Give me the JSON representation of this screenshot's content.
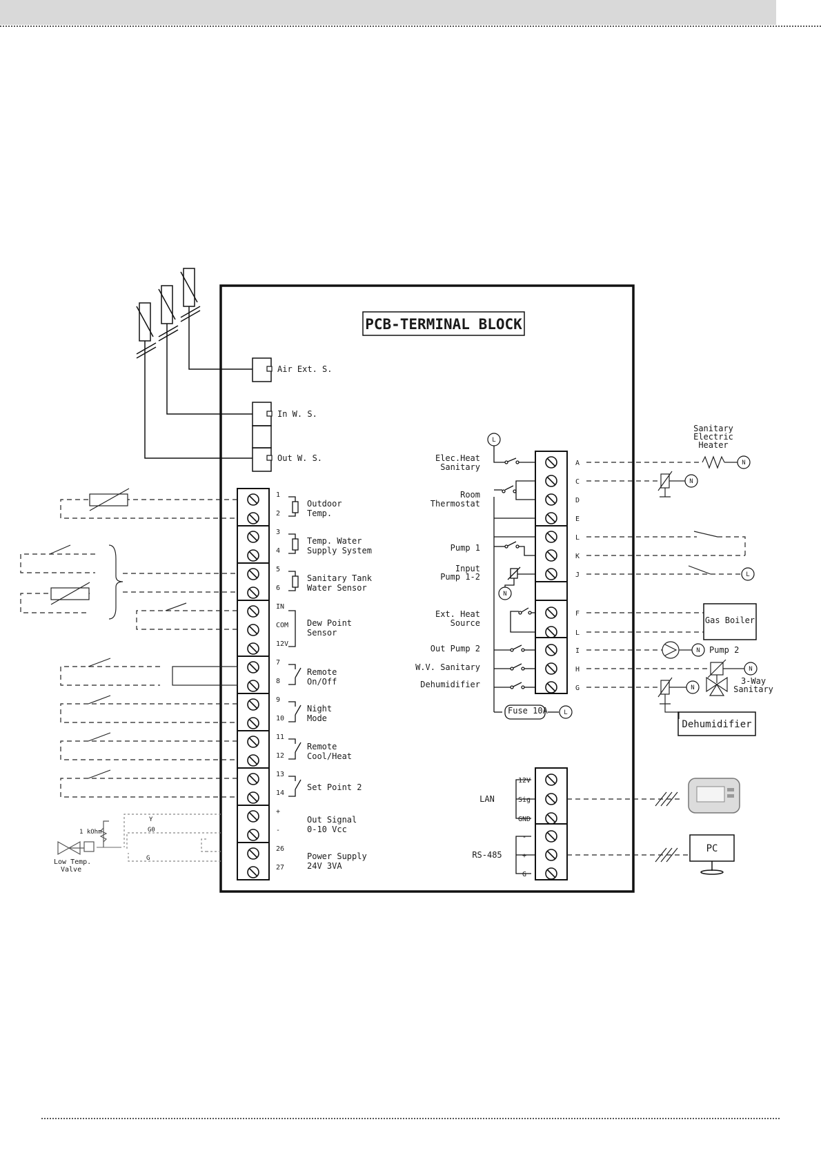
{
  "title": "PCB-TERMINAL BLOCK",
  "sensors": {
    "air_ext": "Air Ext. S.",
    "in_ws": "In W. S.",
    "out_ws": "Out W. S."
  },
  "left_terminals": [
    {
      "num": "1"
    },
    {
      "num": "2"
    },
    {
      "num": "3"
    },
    {
      "num": "4"
    },
    {
      "num": "5"
    },
    {
      "num": "6"
    },
    {
      "num": "IN"
    },
    {
      "num": "COM"
    },
    {
      "num": "12V"
    },
    {
      "num": "7"
    },
    {
      "num": "8"
    },
    {
      "num": "9"
    },
    {
      "num": "10"
    },
    {
      "num": "11"
    },
    {
      "num": "12"
    },
    {
      "num": "13"
    },
    {
      "num": "14"
    },
    {
      "num": "+"
    },
    {
      "num": "-"
    },
    {
      "num": "26"
    },
    {
      "num": "27"
    }
  ],
  "left_functions": {
    "outdoor_temp_1": "Outdoor",
    "outdoor_temp_2": "Temp.",
    "water_supply_1": "Temp. Water",
    "water_supply_2": "Supply System",
    "sanitary_tank_1": "Sanitary Tank",
    "sanitary_tank_2": "Water Sensor",
    "dew_point_1": "Dew Point",
    "dew_point_2": "Sensor",
    "remote_onoff_1": "Remote",
    "remote_onoff_2": "On/Off",
    "night_mode_1": "Night",
    "night_mode_2": "Mode",
    "cool_heat_1": "Remote",
    "cool_heat_2": "Cool/Heat",
    "set_point": "Set Point 2",
    "out_signal_1": "Out Signal",
    "out_signal_2": "0-10 Vcc",
    "power_supply_1": "Power Supply",
    "power_supply_2": "24V 3VA"
  },
  "valve": {
    "resistor": "1 kOhm",
    "wire_y": "Y",
    "wire_g0": "G0",
    "wire_g": "G",
    "label_1": "Low Temp.",
    "label_2": "Valve"
  },
  "right_terminals": [
    "A",
    "C",
    "D",
    "E",
    "L",
    "K",
    "J",
    "F",
    "L",
    "I",
    "H",
    "G"
  ],
  "right_functions": {
    "elec_heat_1": "Elec.Heat",
    "elec_heat_2": "Sanitary",
    "room_thermo_1": "Room",
    "room_thermo_2": "Thermostat",
    "pump1": "Pump 1",
    "input_pump_1": "Input",
    "input_pump_2": "Pump 1-2",
    "ext_heat_1": "Ext. Heat",
    "ext_heat_2": "Source",
    "out_pump2": "Out Pump 2",
    "wv_sanitary": "W.V. Sanitary",
    "dehumidifier": "Dehumidifier",
    "fuse": "Fuse 10A"
  },
  "symbols": {
    "line": "L",
    "neutral": "N"
  },
  "external_devices": {
    "heater_1": "Sanitary",
    "heater_2": "Electric",
    "heater_3": "Heater",
    "gas_boiler": "Gas Boiler",
    "pump2": "Pump 2",
    "way_valve_1": "3-Way",
    "way_valve_2": "Sanitary",
    "dehumidifier_box": "Dehumidifier",
    "pc": "PC"
  },
  "comm": {
    "lan": "LAN",
    "lan_12v": "12V",
    "lan_sig": "Sig",
    "lan_gnd": "GND",
    "rs485": "RS-485",
    "rs_minus": "-",
    "rs_plus": "+",
    "rs_g": "G"
  }
}
